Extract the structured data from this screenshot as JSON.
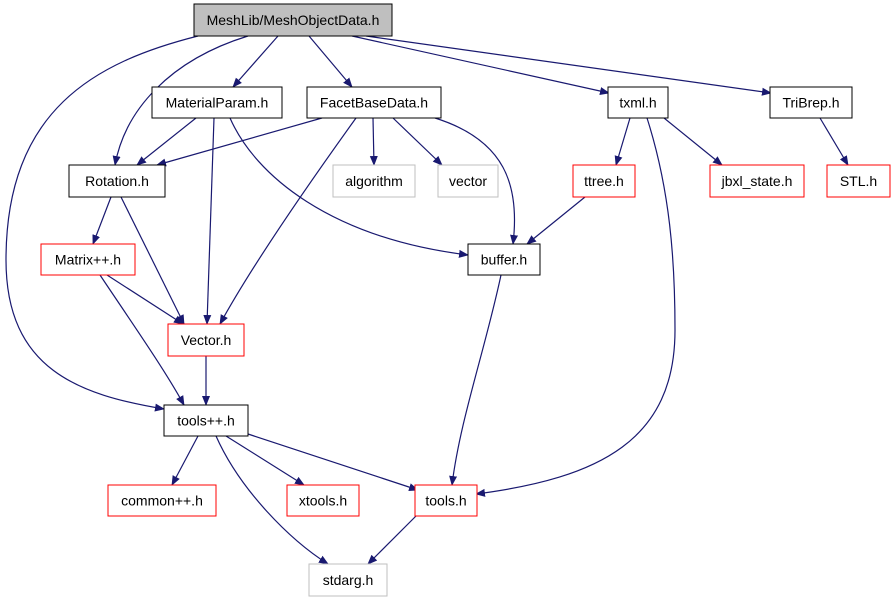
{
  "colors": {
    "edge": "#191970",
    "border_default": "#000000",
    "border_red": "#ff0000",
    "border_gray": "#bfbfbf",
    "root_fill": "#bfbfbf",
    "node_fill": "#ffffff"
  },
  "nodes": [
    {
      "id": "meshobjectdata",
      "label": "MeshLib/MeshObjectData.h",
      "style": "root"
    },
    {
      "id": "materialparam",
      "label": "MaterialParam.h",
      "style": "default"
    },
    {
      "id": "facetbasedata",
      "label": "FacetBaseData.h",
      "style": "default"
    },
    {
      "id": "txml",
      "label": "txml.h",
      "style": "default"
    },
    {
      "id": "tribrep",
      "label": "TriBrep.h",
      "style": "default"
    },
    {
      "id": "rotation",
      "label": "Rotation.h",
      "style": "default"
    },
    {
      "id": "algorithm",
      "label": "algorithm",
      "style": "gray"
    },
    {
      "id": "vector",
      "label": "vector",
      "style": "gray"
    },
    {
      "id": "ttree",
      "label": "ttree.h",
      "style": "red"
    },
    {
      "id": "jbxl_state",
      "label": "jbxl_state.h",
      "style": "red"
    },
    {
      "id": "stl",
      "label": "STL.h",
      "style": "red"
    },
    {
      "id": "matrix",
      "label": "Matrix++.h",
      "style": "red"
    },
    {
      "id": "buffer",
      "label": "buffer.h",
      "style": "default"
    },
    {
      "id": "vectorh",
      "label": "Vector.h",
      "style": "red"
    },
    {
      "id": "tools_pp",
      "label": "tools++.h",
      "style": "default"
    },
    {
      "id": "common_pp",
      "label": "common++.h",
      "style": "red"
    },
    {
      "id": "xtools",
      "label": "xtools.h",
      "style": "red"
    },
    {
      "id": "tools",
      "label": "tools.h",
      "style": "red"
    },
    {
      "id": "stdarg",
      "label": "stdarg.h",
      "style": "gray"
    }
  ],
  "edges": [
    {
      "from": "meshobjectdata",
      "to": "materialparam"
    },
    {
      "from": "meshobjectdata",
      "to": "facetbasedata"
    },
    {
      "from": "meshobjectdata",
      "to": "txml"
    },
    {
      "from": "meshobjectdata",
      "to": "tribrep"
    },
    {
      "from": "meshobjectdata",
      "to": "rotation"
    },
    {
      "from": "meshobjectdata",
      "to": "tools_pp"
    },
    {
      "from": "materialparam",
      "to": "rotation"
    },
    {
      "from": "materialparam",
      "to": "vectorh"
    },
    {
      "from": "materialparam",
      "to": "buffer"
    },
    {
      "from": "facetbasedata",
      "to": "rotation"
    },
    {
      "from": "facetbasedata",
      "to": "algorithm"
    },
    {
      "from": "facetbasedata",
      "to": "vector"
    },
    {
      "from": "facetbasedata",
      "to": "buffer"
    },
    {
      "from": "facetbasedata",
      "to": "vectorh"
    },
    {
      "from": "txml",
      "to": "ttree"
    },
    {
      "from": "txml",
      "to": "jbxl_state"
    },
    {
      "from": "txml",
      "to": "tools"
    },
    {
      "from": "tribrep",
      "to": "stl"
    },
    {
      "from": "rotation",
      "to": "matrix"
    },
    {
      "from": "rotation",
      "to": "vectorh"
    },
    {
      "from": "ttree",
      "to": "buffer"
    },
    {
      "from": "matrix",
      "to": "vectorh"
    },
    {
      "from": "matrix",
      "to": "tools_pp"
    },
    {
      "from": "buffer",
      "to": "tools"
    },
    {
      "from": "vectorh",
      "to": "tools_pp"
    },
    {
      "from": "tools_pp",
      "to": "common_pp"
    },
    {
      "from": "tools_pp",
      "to": "xtools"
    },
    {
      "from": "tools_pp",
      "to": "tools"
    },
    {
      "from": "tools_pp",
      "to": "stdarg"
    },
    {
      "from": "tools",
      "to": "stdarg"
    }
  ]
}
